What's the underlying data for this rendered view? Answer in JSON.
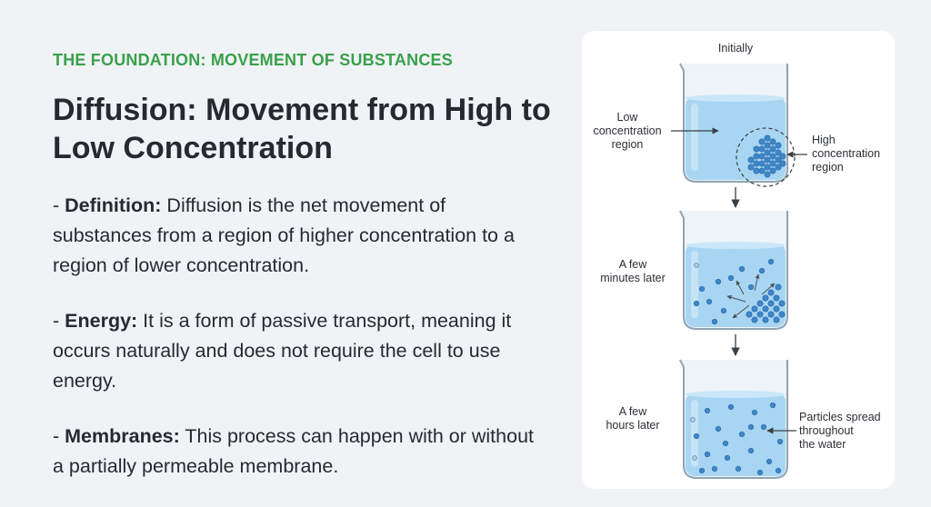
{
  "header": {
    "kicker": "THE FOUNDATION: MOVEMENT OF SUBSTANCES",
    "title": "Diffusion: Movement from High to Low Concentration"
  },
  "bullets": [
    {
      "prefix": "- ",
      "term": "Definition:",
      "text": " Diffusion is the net movement of substances from a region of higher concentration to a region of lower concentration."
    },
    {
      "prefix": "- ",
      "term": "Energy:",
      "text": " It is a form of passive transport, meaning it occurs naturally and does not require the cell to use energy."
    },
    {
      "prefix": "- ",
      "term": "Membranes:",
      "text": " This process can happen with or without a partially permeable membrane."
    }
  ],
  "diagram": {
    "stage1": {
      "title": "Initially",
      "low_label": "Low\nconcentration\nregion",
      "high_label": "High\nconcentration\nregion"
    },
    "stage2": {
      "time_label": "A few\nminutes later"
    },
    "stage3": {
      "time_label": "A few\nhours later",
      "spread_label": "Particles spread\nthroughout\nthe water"
    }
  },
  "colors": {
    "accent_green": "#3aa04a",
    "water": "#a8d6f2",
    "particle": "#3f86c9",
    "glass_outline": "#8fa3b5"
  }
}
